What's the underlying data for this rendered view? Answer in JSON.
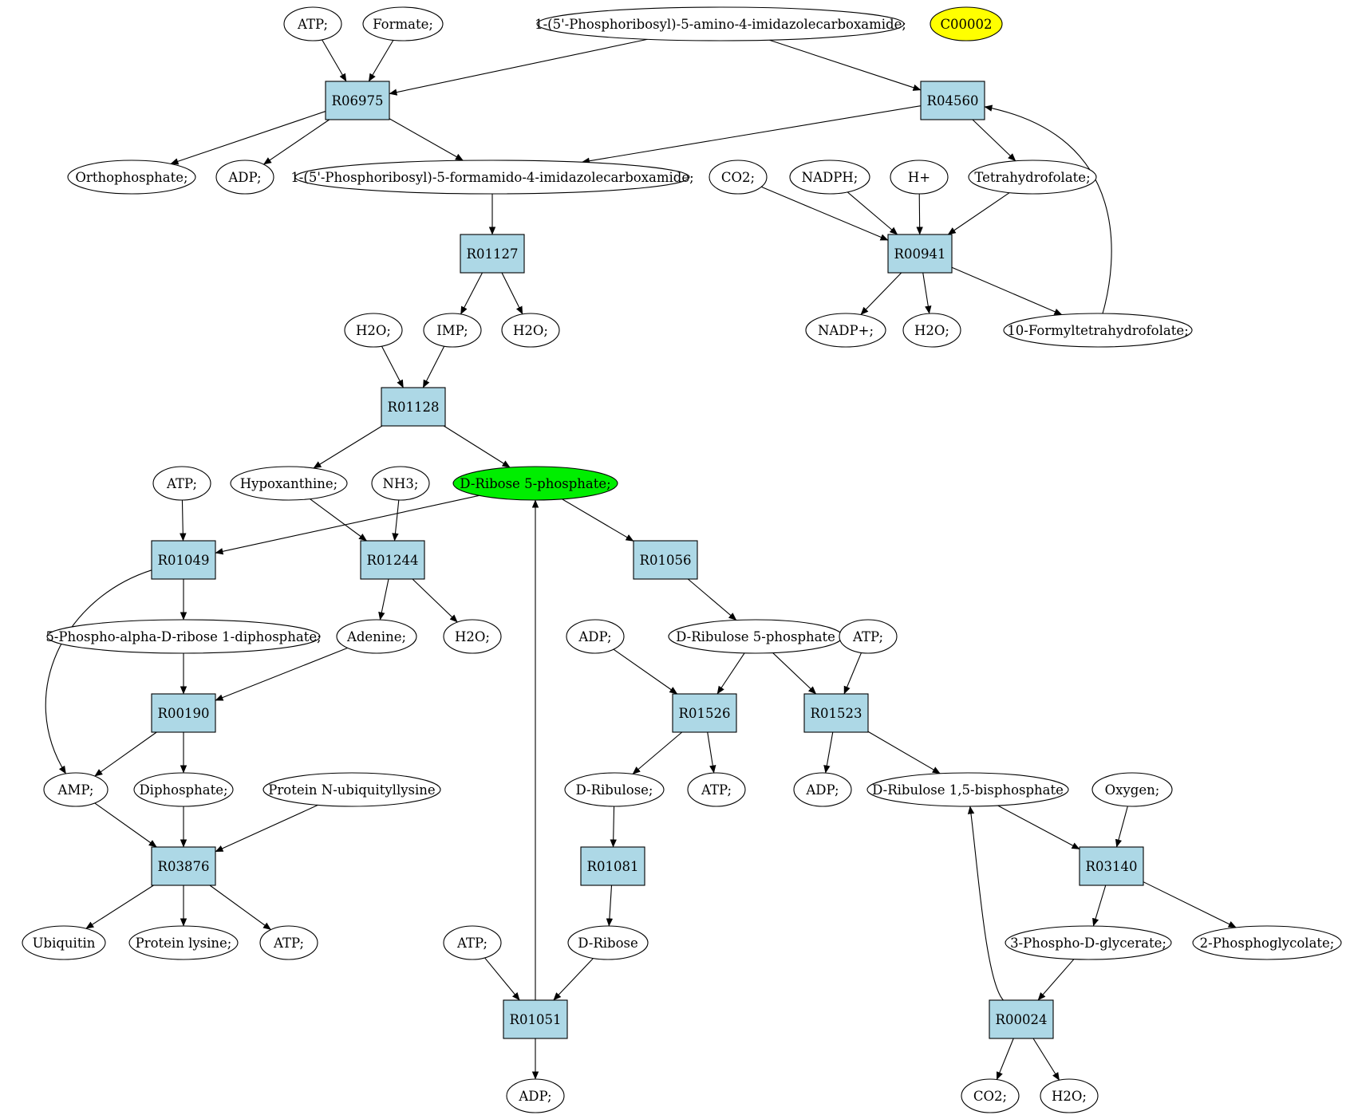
{
  "colors": {
    "reaction_fill": "#add8e6",
    "compound_fill": "#ffffff",
    "highlight_green": "#00ee00",
    "highlight_yellow": "#ffff00",
    "stroke": "#000000"
  },
  "nodes": {
    "atp_1": "ATP;",
    "formate": "Formate;",
    "paicar": "1-(5'-Phosphoribosyl)-5-amino-4-imidazolecarboxamide;",
    "c00002": "C00002",
    "r06975": "R06975",
    "r04560": "R04560",
    "orthophosphate": "Orthophosphate;",
    "adp_1": "ADP;",
    "faicar": "1-(5'-Phosphoribosyl)-5-formamido-4-imidazolecarboxamide;",
    "co2_1": "CO2;",
    "nadph": "NADPH;",
    "h_plus": "H+",
    "thf": "Tetrahydrofolate;",
    "r01127": "R01127",
    "r00941": "R00941",
    "h2o_1": "H2O;",
    "imp": "IMP;",
    "h2o_2": "H2O;",
    "nadp": "NADP+;",
    "h2o_3": "H2O;",
    "formyl_thf": "10-Formyltetrahydrofolate;",
    "r01128": "R01128",
    "atp_2": "ATP;",
    "hypoxanthine": "Hypoxanthine;",
    "nh3": "NH3;",
    "ribose5p": "D-Ribose 5-phosphate;",
    "r01049": "R01049",
    "r01244": "R01244",
    "r01056": "R01056",
    "prpp": "5-Phospho-alpha-D-ribose 1-diphosphate;",
    "adenine": "Adenine;",
    "h2o_4": "H2O;",
    "adp_2": "ADP;",
    "ribulose5p": "D-Ribulose 5-phosphate",
    "atp_3": "ATP;",
    "r00190": "R00190",
    "r01526": "R01526",
    "r01523": "R01523",
    "amp": "AMP;",
    "diphosphate": "Diphosphate;",
    "protein_ub": "Protein N-ubiquityllysine",
    "ribulose": "D-Ribulose;",
    "atp_4": "ATP;",
    "adp_3": "ADP;",
    "rubp": "D-Ribulose 1,5-bisphosphate",
    "oxygen": "Oxygen;",
    "r03876": "R03876",
    "r01081": "R01081",
    "r03140": "R03140",
    "ubiquitin": "Ubiquitin",
    "protein_lysine": "Protein lysine;",
    "atp_5": "ATP;",
    "atp_6": "ATP;",
    "ribose": "D-Ribose",
    "pga": "3-Phospho-D-glycerate;",
    "phosphoglycolate": "2-Phosphoglycolate;",
    "r01051": "R01051",
    "r00024": "R00024",
    "adp_4": "ADP;",
    "co2_2": "CO2;",
    "h2o_5": "H2O;"
  }
}
